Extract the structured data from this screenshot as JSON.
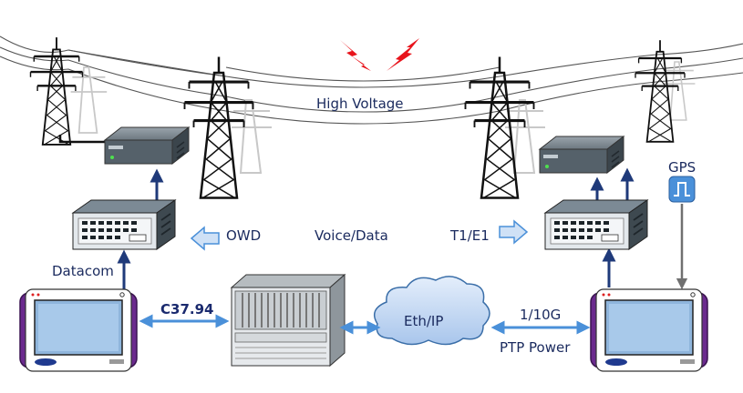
{
  "labels": {
    "high_voltage": "High Voltage",
    "gps": "GPS",
    "owd": "OWD",
    "voice_data": "Voice/Data",
    "t1e1": "T1/E1",
    "datacom": "Datacom",
    "c3794": "C37.94",
    "eth_ip": "Eth/IP",
    "speed": "1/10G",
    "ptp_power": "PTP Power"
  },
  "colors": {
    "arrow_blue": "#4a90d9",
    "line_navy": "#1f3a7a",
    "lightning_red": "#e8141c",
    "tester_purple": "#6b2a8e",
    "cloud_fill": "#c9dcf3"
  }
}
